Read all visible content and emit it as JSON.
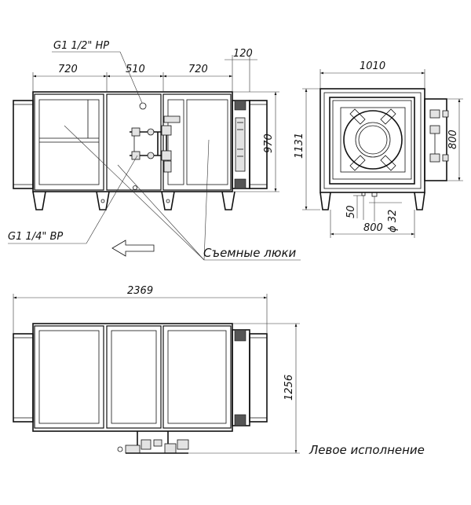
{
  "dimensions": {
    "front_section_1": "720",
    "front_section_2": "510",
    "front_section_3": "720",
    "front_flange": "120",
    "front_height": "970",
    "side_width": "1010",
    "side_total_height": "1131",
    "side_inner_height": "800",
    "side_offset": "50",
    "side_pipe_diameter": "ϕ 32",
    "side_bottom_width": "800",
    "plan_length": "2369",
    "plan_width": "1256"
  },
  "labels": {
    "thread_outer": "G1 1/2\" НР",
    "thread_inner": "G1 1/4\" ВР",
    "hatches": "Съемные люки",
    "variant": "Левое исполнение"
  }
}
